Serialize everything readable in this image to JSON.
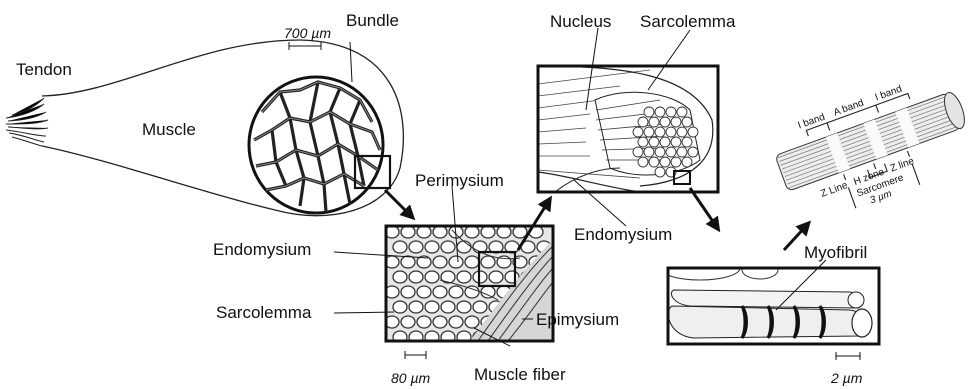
{
  "labels": {
    "tendon": "Tendon",
    "muscle": "Muscle",
    "bundle": "Bundle",
    "scale_700": "700 µm",
    "nucleus": "Nucleus",
    "sarcolemma_top": "Sarcolemma",
    "perimysium": "Perimysium",
    "endomysium_left": "Endomysium",
    "sarcolemma_left": "Sarcolemma",
    "endomysium_mid": "Endomysium",
    "epimysium": "Epimysium",
    "muscle_fiber": "Muscle fiber",
    "scale_80": "80 µm",
    "myofibril": "Myofibril",
    "scale_2": "2 µm",
    "i_band_1": "I band",
    "a_band": "A band",
    "i_band_2": "I band",
    "z_line_1": "Z Line",
    "h_zone": "H zone",
    "z_line_2": "Z line",
    "sarcomere": "Sarcomere",
    "scale_3": "3 µm"
  }
}
